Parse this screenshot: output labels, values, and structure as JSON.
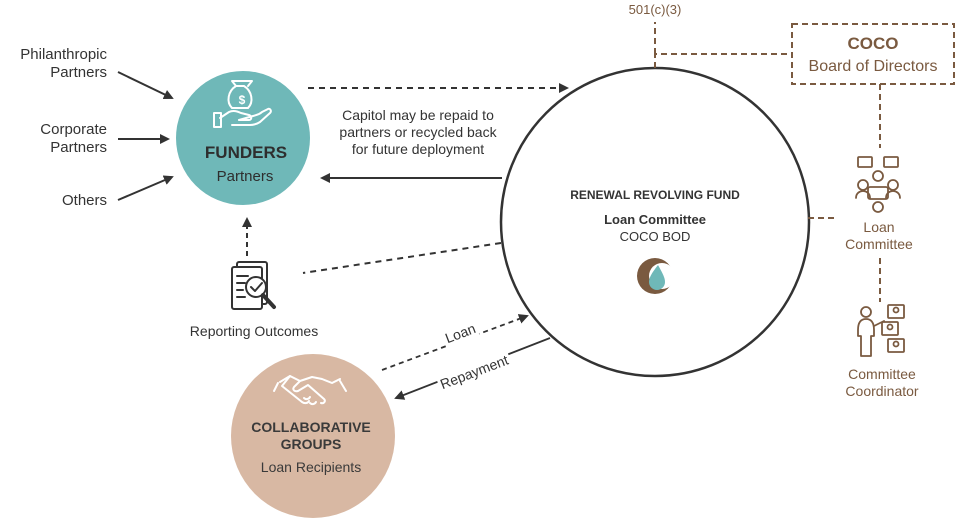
{
  "sources": {
    "philanthropic": [
      "Philanthropic",
      "Partners"
    ],
    "corporate": [
      "Corporate",
      "Partners"
    ],
    "others": "Others"
  },
  "funders": {
    "title": "FUNDERS",
    "subtitle": "Partners",
    "color": "#6fb8b8"
  },
  "capital_note": [
    "Capitol may be repaid to",
    "partners or recycled back",
    "for future deployment"
  ],
  "fund": {
    "title": "RENEWAL REVOLVING FUND",
    "committee": "Loan Committee",
    "bod": "COCO BOD"
  },
  "reporting": {
    "label": "Reporting Outcomes",
    "icon": "report-magnifier-icon"
  },
  "collaborative": {
    "title": [
      "COLLABORATIVE",
      "GROUPS"
    ],
    "subtitle": "Loan Recipients",
    "color": "#d8b8a3"
  },
  "loan_label": "Loan",
  "repayment_label": "Repayment",
  "status_501": "501(c)(3)",
  "coco": {
    "title": "COCO",
    "subtitle": "Board of Directors"
  },
  "loan_committee": [
    "Loan",
    "Committee"
  ],
  "coordinator": [
    "Committee",
    "Coordinator"
  ],
  "colors": {
    "brown": "#7a5a40",
    "arrow": "#333333",
    "teal": "#6fb8b8",
    "tan": "#d8b8a3"
  }
}
